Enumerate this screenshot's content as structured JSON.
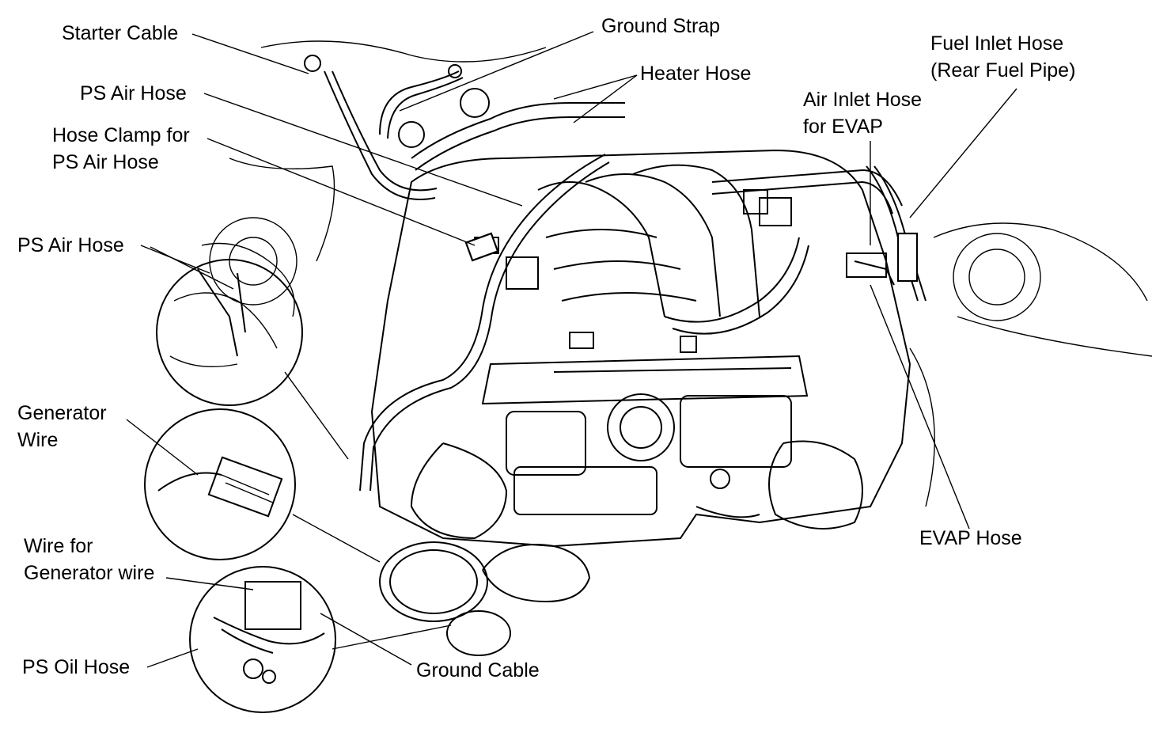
{
  "labels": {
    "starter_cable": "Starter Cable",
    "ground_strap": "Ground Strap",
    "heater_hose": "Heater Hose",
    "fuel_inlet_hose_1": "Fuel Inlet Hose",
    "fuel_inlet_hose_2": "(Rear Fuel Pipe)",
    "ps_air_hose_top": "PS Air Hose",
    "air_inlet_hose_1": "Air Inlet Hose",
    "air_inlet_hose_2": "for EVAP",
    "hose_clamp_1": "Hose Clamp for",
    "hose_clamp_2": "PS Air Hose",
    "ps_air_hose_left": "PS Air Hose",
    "generator_wire_1": "Generator",
    "generator_wire_2": "Wire",
    "evap_hose": "EVAP Hose",
    "wire_for_generator_1": "Wire for",
    "wire_for_generator_2": "Generator wire",
    "ps_oil_hose": "PS Oil Hose",
    "ground_cable": "Ground Cable"
  },
  "colors": {
    "ink": "#000000",
    "paper": "#ffffff"
  }
}
